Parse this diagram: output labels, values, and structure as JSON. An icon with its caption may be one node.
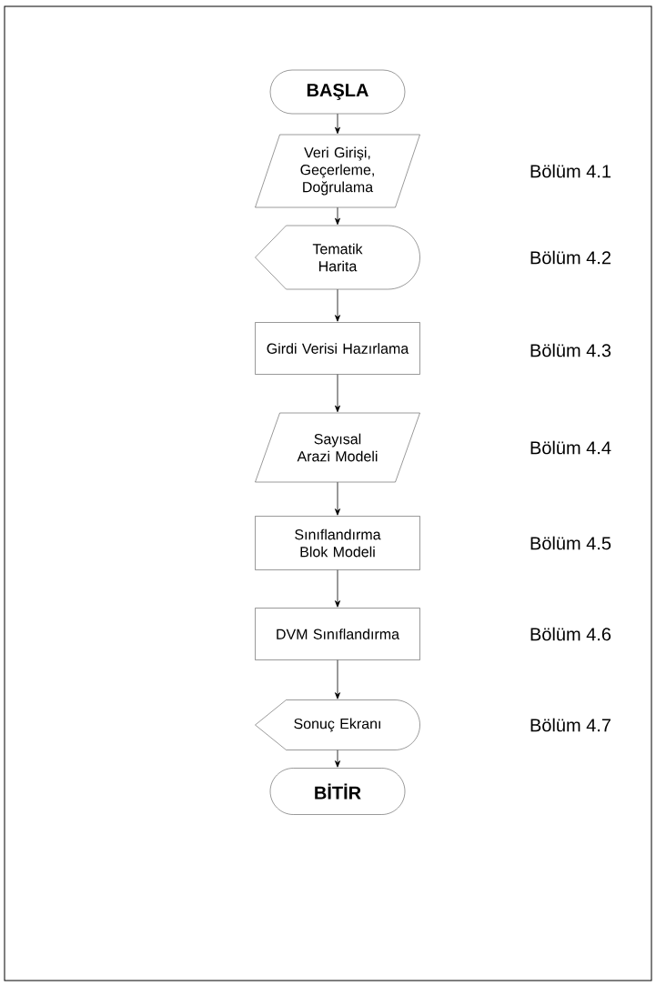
{
  "diagram": {
    "nodes": [
      {
        "text": [
          "BAŞLA"
        ]
      },
      {
        "text": [
          "Veri Girişi, Geçerleme, Doğrulama"
        ]
      },
      {
        "text": [
          "Tematik Harita"
        ]
      },
      {
        "text": [
          "Girdi Verisi Hazırlama"
        ]
      },
      {
        "text": [
          "Sayısal Arazi Modeli"
        ]
      },
      {
        "text": [
          "Sınıflandırma Blok Modeli"
        ]
      },
      {
        "text": [
          "DVM Sınıflandırma"
        ]
      },
      {
        "text": [
          "Sonuç Ekranı"
        ]
      },
      {
        "text": [
          "BİTİR"
        ]
      }
    ],
    "edges": [
      {
        "from": 0,
        "to": 1,
        "arrow": "to"
      },
      {
        "from": 1,
        "to": 2,
        "arrow": "to"
      },
      {
        "from": 2,
        "to": 3,
        "arrow": "to"
      },
      {
        "from": 3,
        "to": 4,
        "arrow": "to"
      },
      {
        "from": 4,
        "to": 5,
        "arrow": "to"
      },
      {
        "from": 5,
        "to": 6,
        "arrow": "to"
      },
      {
        "from": 6,
        "to": 7,
        "arrow": "to"
      },
      {
        "from": 7,
        "to": 8,
        "arrow": "to"
      }
    ],
    "labels": [
      "Bölüm 4.1",
      "Bölüm 4.2",
      "Bölüm 4.3",
      "Bölüm 4.4",
      "Bölüm 4.5",
      "Bölüm 4.6",
      "Bölüm 4.7"
    ]
  }
}
